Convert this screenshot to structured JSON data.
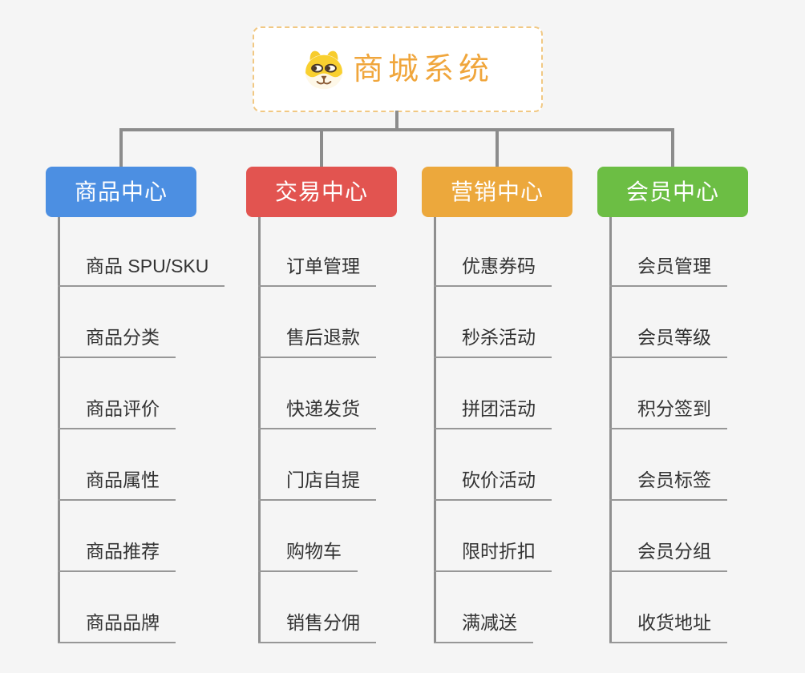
{
  "background_color": "#f5f5f5",
  "root": {
    "title": "商城系统",
    "icon": "dog-face-icon",
    "title_color": "#f0a63c",
    "border_color": "#f1c883"
  },
  "branches": [
    {
      "label": "商品中心",
      "color": "#4c8fe2",
      "items": [
        "商品 SPU/SKU",
        "商品分类",
        "商品评价",
        "商品属性",
        "商品推荐",
        "商品品牌"
      ]
    },
    {
      "label": "交易中心",
      "color": "#e25450",
      "items": [
        "订单管理",
        "售后退款",
        "快递发货",
        "门店自提",
        "购物车",
        "销售分佣"
      ]
    },
    {
      "label": "营销中心",
      "color": "#eca83c",
      "items": [
        "优惠券码",
        "秒杀活动",
        "拼团活动",
        "砍价活动",
        "限时折扣",
        "满减送"
      ]
    },
    {
      "label": "会员中心",
      "color": "#6cbe44",
      "items": [
        "会员管理",
        "会员等级",
        "积分签到",
        "会员标签",
        "会员分组",
        "收货地址"
      ]
    }
  ]
}
